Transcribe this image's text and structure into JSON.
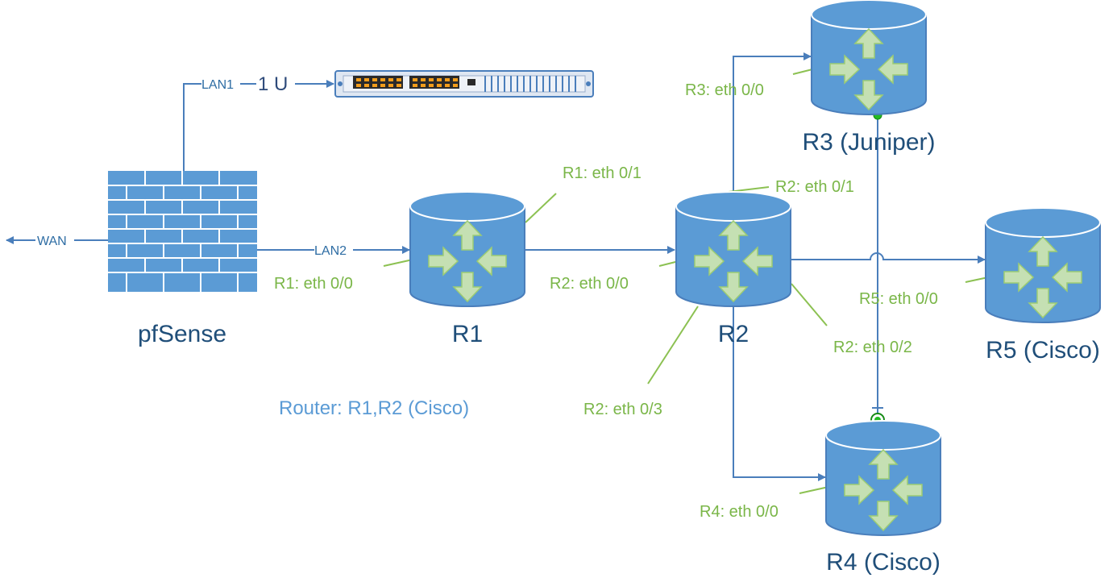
{
  "colors": {
    "router_fill": "#5b9bd5",
    "router_edge": "#4a7ebb",
    "arrow_fill": "#c5e0b3",
    "wire": "#4a7ebb",
    "port_label": "#7ab648",
    "node_label": "#1f4e79",
    "note": "#5b9bd5",
    "firewall_fill": "#5b9bd5",
    "connector_dot": "#22bb22"
  },
  "nodes": {
    "firewall": "pfSense",
    "r1": "R1",
    "r2": "R2",
    "r3": "R3 (Juniper)",
    "r4": "R4 (Cisco)",
    "r5": "R5 (Cisco)",
    "switch": "1 U"
  },
  "links": {
    "wan": "WAN",
    "lan1": "LAN1",
    "lan2": "LAN2"
  },
  "ports": {
    "r1_eth00": "R1: eth 0/0",
    "r1_eth01": "R1: eth 0/1",
    "r2_eth00": "R2: eth 0/0",
    "r2_eth01": "R2: eth 0/1",
    "r2_eth02": "R2: eth 0/2",
    "r2_eth03": "R2: eth 0/3",
    "r3_eth00": "R3: eth 0/0",
    "r4_eth00": "R4: eth 0/0",
    "r5_eth00": "R5: eth 0/0"
  },
  "note": "Router: R1,R2 (Cisco)",
  "icons": {
    "router": "router-icon",
    "firewall": "firewall-icon",
    "switch": "rack-switch-icon"
  }
}
